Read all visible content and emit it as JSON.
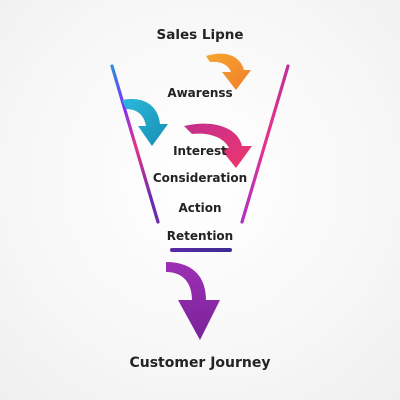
{
  "diagram": {
    "title": "Sales Lipne",
    "stages": [
      "Awarenss",
      "Interest",
      "Consideration",
      "Action",
      "Retention"
    ],
    "footer": "Customer Journey",
    "colors": {
      "funnel_top": "#7b2ff7",
      "funnel_pink": "#e6338a",
      "funnel_bottom": "#4b2ba8",
      "arrow_orange": "#f39a2e",
      "arrow_teal": "#1ba6c9",
      "arrow_pink": "#e6337a",
      "arrow_purple": "#8a2aa3",
      "text": "#232323"
    }
  }
}
